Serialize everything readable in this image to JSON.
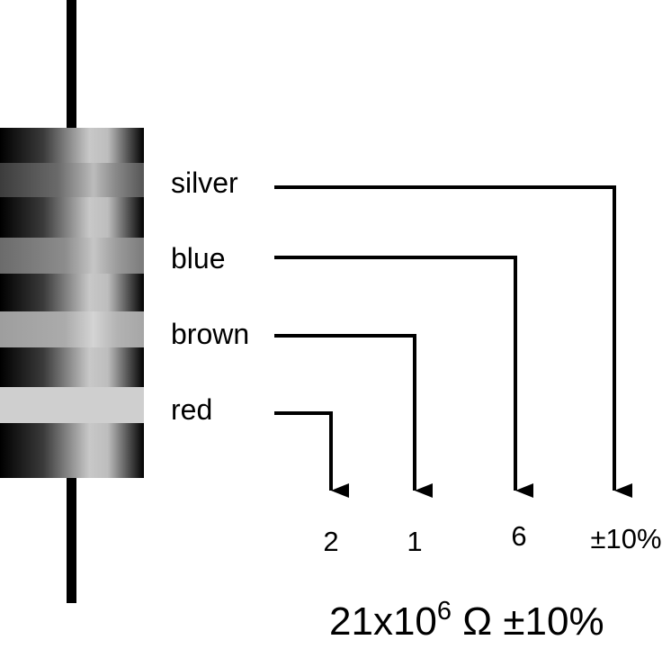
{
  "band_labels": {
    "silver": "silver",
    "blue": "blue",
    "brown": "brown",
    "red": "red"
  },
  "values": {
    "red": "2",
    "brown": "1",
    "blue": "6",
    "silver": "±10%"
  },
  "result": {
    "mantissa": "21x10",
    "exponent": "6",
    "unit": " Ω ±10%"
  },
  "colors": {
    "lead": "#000000",
    "body_dark": "#000000",
    "body_highlight": "#d8d8d8",
    "band_silver": "#5a5a5a",
    "band_blue": "#7a7a7a",
    "band_brown": "#a5a5a5",
    "band_red": "#cfcfcf",
    "lines": "#000000"
  }
}
